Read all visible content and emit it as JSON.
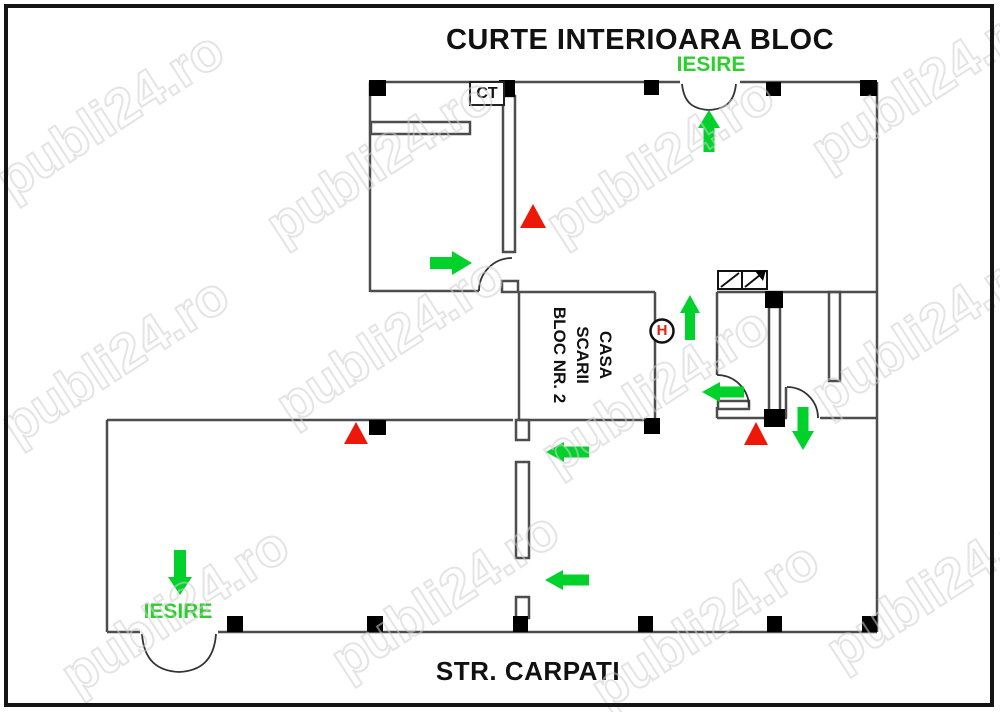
{
  "titles": {
    "top": "CURTE INTERIOARA BLOC",
    "bottom": "STR. CARPATI"
  },
  "labels": {
    "exit_top": "IESIRE",
    "exit_bottom": "IESIRE",
    "boiler_room": "CT",
    "stairwell_line1": "CASA",
    "stairwell_line2": "SCARII",
    "stairwell_line3": "BLOC NR. 2",
    "hydrant": "H"
  },
  "watermark": {
    "text": "publi24.ro"
  },
  "colors": {
    "wall_gray": "#4d4d4d",
    "door_gray": "#333333",
    "pillar_black": "#000000",
    "evac_green": "#00d22b",
    "danger_red": "#ee1809",
    "hydrant_red": "#e02318",
    "exit_text_green": "#2fce2f",
    "watermark_gray": "#d9d9d9"
  },
  "icons": {
    "evac_arrow": "green evacuation direction arrow",
    "fire_point_triangle": "red fire-extinguisher point triangle",
    "hydrant": "circle with letter H (interior hydrant)",
    "electrical_panel": "double box with diagonal arrow",
    "door_arc": "door swing arc"
  }
}
